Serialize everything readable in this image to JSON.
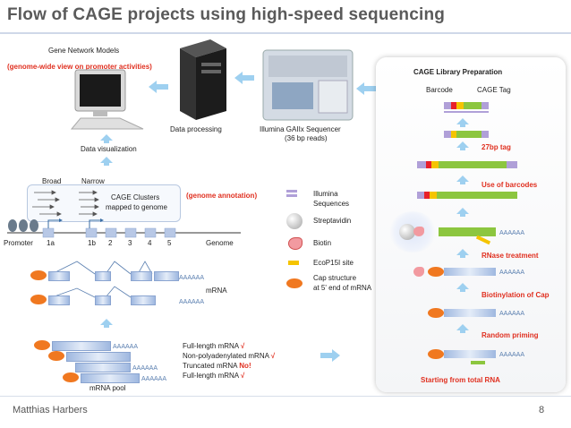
{
  "title": "Flow of CAGE projects using high-speed sequencing",
  "top_left": {
    "gene_network_models": "Gene Network Models",
    "genome_wide_view": "(genome-wide view on promoter activities)"
  },
  "data_processing": "Data processing",
  "sequencer": {
    "line1": "Illumina GAIIx Sequencer",
    "line2": "(36 bp reads)"
  },
  "data_visualization": "Data visualization",
  "clusters": {
    "broad": "Broad",
    "narrow": "Narrow",
    "label_line1": "CAGE Clusters",
    "label_line2": "mapped to genome",
    "annotation": "(genome annotation)"
  },
  "genome_axis": {
    "labels": [
      "Promoter",
      "1a",
      "1b",
      "2",
      "3",
      "4",
      "5",
      "Genome"
    ]
  },
  "legend": {
    "illumina_line1": "Illumina",
    "illumina_line2": "Sequences",
    "streptavidin": "Streptavidin",
    "biotin": "Biotin",
    "ecop15i": "EcoP15I site",
    "cap_line1": "Cap structure",
    "cap_line2": "at 5' end of mRNA"
  },
  "mrna": {
    "label": "mRNA",
    "polya": "AAAAAA"
  },
  "pool": {
    "label": "mRNA pool",
    "items": [
      {
        "text": "Full-length mRNA ",
        "mark": "√",
        "mark_color": "#e03020"
      },
      {
        "text": "Non-polyadenylated mRNA ",
        "mark": "√",
        "mark_color": "#e03020"
      },
      {
        "text": "Truncated mRNA ",
        "mark": "No!",
        "mark_color": "#e03020"
      },
      {
        "text": "Full-length mRNA ",
        "mark": "√",
        "mark_color": "#e03020"
      }
    ]
  },
  "cage_prep": {
    "heading": "CAGE Library Preparation",
    "barcode": "Barcode",
    "cage_tag": "CAGE Tag",
    "tag27": "27bp tag",
    "use_barcodes": "Use of barcodes",
    "rnase": "RNase treatment",
    "biotinylation": "Biotinylation of Cap",
    "random_priming": "Random priming",
    "starting": "Starting from total RNA",
    "polya": "AAAAAA"
  },
  "footer": {
    "author": "Matthias Harbers",
    "page": "8"
  },
  "colors": {
    "red": "#e03020",
    "cap_orange": "#f07820",
    "arrow_cyan": "#9ed0f0",
    "bar_green": "#8cc63f",
    "bar_yellow": "#f5c400",
    "bar_red": "#e8202a",
    "bar_purple": "#b0a0d8"
  }
}
